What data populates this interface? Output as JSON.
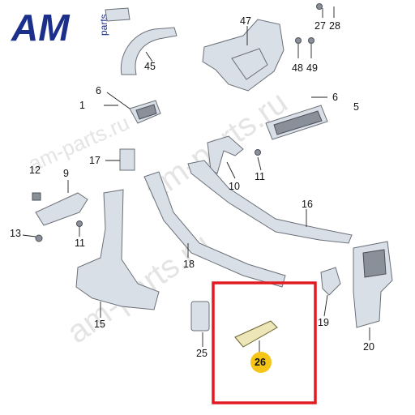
{
  "logo": {
    "letters": "AM",
    "sub": "parts"
  },
  "watermark": "am-parts.ru",
  "highlight_color": "#e21b23",
  "badge_color": "#f5c518",
  "labels": {
    "p1": "1",
    "p5": "5",
    "p6a": "6",
    "p6b": "6",
    "p9": "9",
    "p10": "10",
    "p11a": "11",
    "p11b": "11",
    "p12": "12",
    "p13": "13",
    "p15": "15",
    "p16": "16",
    "p17": "17",
    "p18": "18",
    "p19": "19",
    "p20": "20",
    "p25": "25",
    "p26": "26",
    "p27": "27",
    "p28": "28",
    "p45": "45",
    "p47": "47",
    "p48": "48",
    "p49": "49"
  }
}
